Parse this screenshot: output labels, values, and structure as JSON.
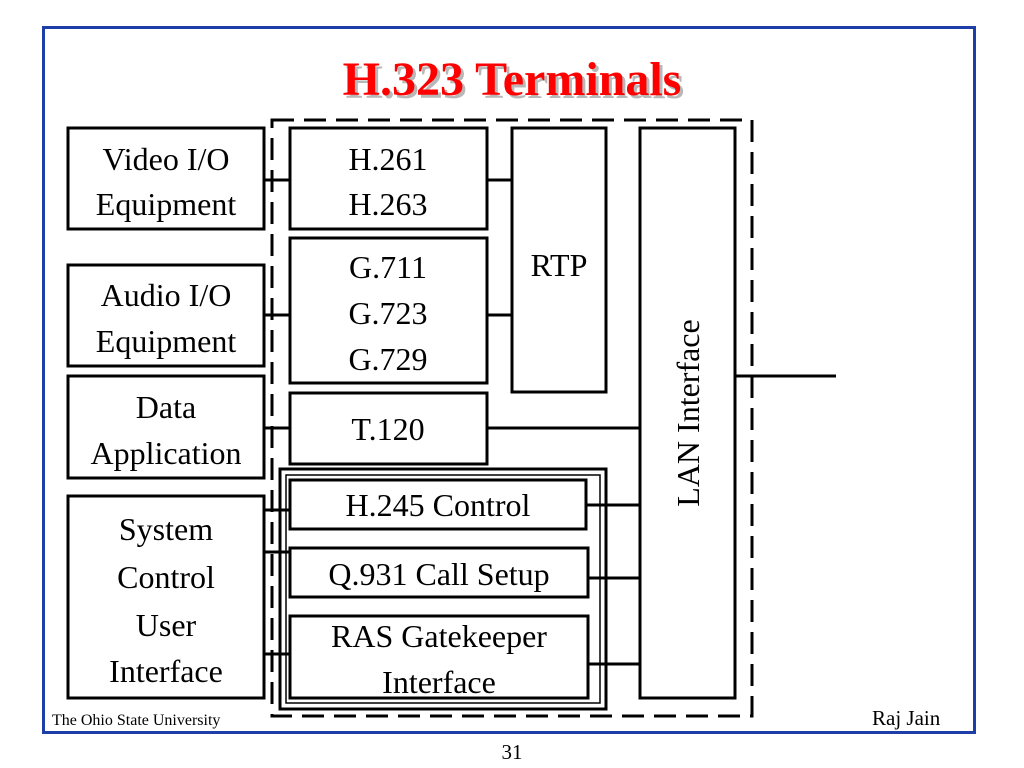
{
  "title": "H.323 Terminals",
  "boxes": {
    "video_io": [
      "Video I/O",
      "Equipment"
    ],
    "audio_io": [
      "Audio I/O",
      "Equipment"
    ],
    "data_app": [
      "Data",
      "Application"
    ],
    "system_control": [
      "System",
      "Control",
      "User",
      "Interface"
    ],
    "video_codec": [
      "H.261",
      "H.263"
    ],
    "audio_codec": [
      "G.711",
      "G.723",
      "G.729"
    ],
    "t120": [
      "T.120"
    ],
    "h245": [
      "H.245 Control"
    ],
    "q931": [
      "Q.931 Call Setup"
    ],
    "ras": [
      "RAS Gatekeeper",
      "Interface"
    ],
    "rtp": [
      "RTP"
    ],
    "lan": [
      "LAN Interface"
    ]
  },
  "footer": {
    "left": "The Ohio State University",
    "right": "Raj Jain",
    "page": "31"
  }
}
